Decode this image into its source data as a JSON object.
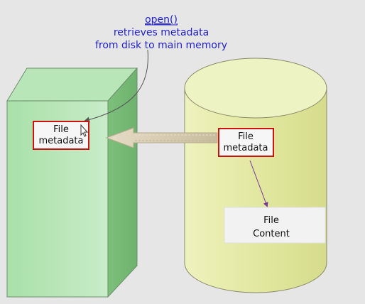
{
  "caption": {
    "function_name": "open()",
    "line1": "retrieves metadata",
    "line2": "from disk to main memory"
  },
  "memory_box": {
    "label_line1": "File",
    "label_line2": "metadata"
  },
  "disk": {
    "metadata_line1": "File",
    "metadata_line2": "metadata",
    "content_line1": "File",
    "content_line2": "Content"
  },
  "colors": {
    "background": "#e6e6e6",
    "caption_text": "#2222cc",
    "memory_box_front": "#9fd89f",
    "disk_body": "#e4eaa2",
    "label_border": "#cc1111",
    "arrow": "#d2c8b0"
  }
}
